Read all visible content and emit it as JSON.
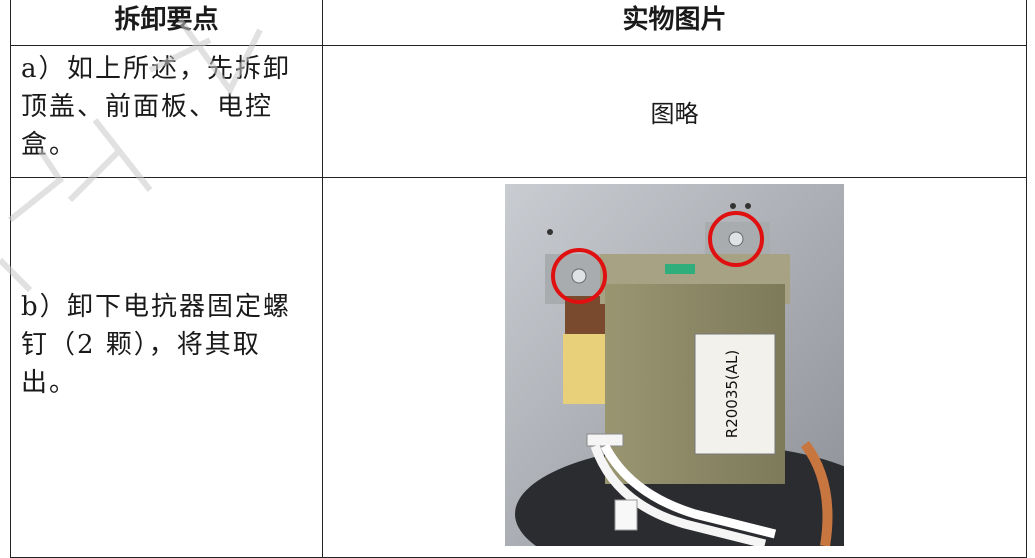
{
  "table": {
    "header": {
      "col1": "拆卸要点",
      "col2": "实物图片"
    },
    "rows": [
      {
        "label": "a）",
        "text": "如上所述，先拆卸顶盖、前面板、电控盒。",
        "image": "图略"
      },
      {
        "label": "b）",
        "text": "卸下电抗器固定螺钉（2 颗），将其取出。",
        "image_label_1": "R20035(AL)"
      }
    ]
  },
  "colors": {
    "marker": "#e01010",
    "border": "#222222",
    "watermark": "#c8c8c8"
  }
}
